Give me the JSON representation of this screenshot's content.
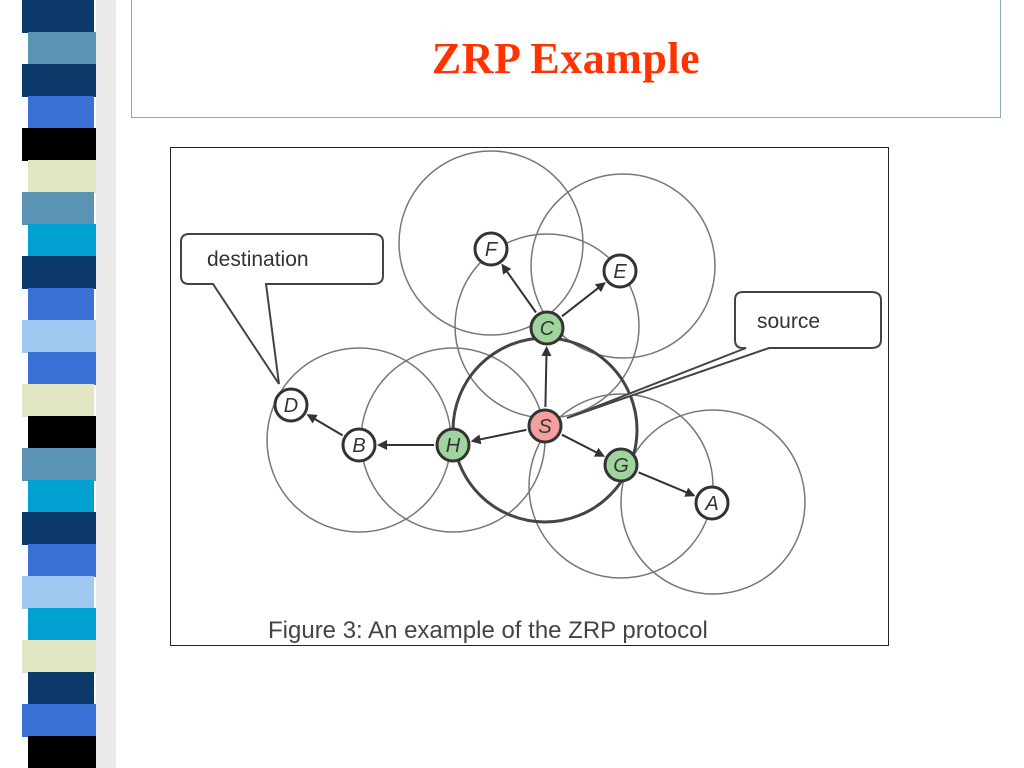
{
  "slide": {
    "title": "ZRP Example",
    "title_color": "#ff3300"
  },
  "decoration": {
    "stripe_colors": [
      "#0b3a6a",
      "#5a93b3",
      "#0b3a6a",
      "#3a6fd6",
      "#000000",
      "#e3e6c3",
      "#5a93b3",
      "#00a0d0",
      "#0b3a6a",
      "#3a6fd6",
      "#a0c8f0",
      "#3a6fd6",
      "#e3e6c3",
      "#000000",
      "#5a93b3",
      "#00a0d0",
      "#0b3a6a",
      "#3a6fd6",
      "#a0c8f0",
      "#00a0d0",
      "#e3e6c3",
      "#0b3a6a",
      "#3a6fd6",
      "#000000"
    ]
  },
  "figure": {
    "caption": "Figure 3: An example of the ZRP protocol",
    "callouts": {
      "destination": "destination",
      "source": "source"
    },
    "nodes": {
      "S": {
        "label": "S",
        "role": "source",
        "fill": "#f4a0a0"
      },
      "C": {
        "label": "C",
        "role": "peripheral",
        "fill": "#9fd49f"
      },
      "H": {
        "label": "H",
        "role": "peripheral",
        "fill": "#9fd49f"
      },
      "G": {
        "label": "G",
        "role": "peripheral",
        "fill": "#9fd49f"
      },
      "F": {
        "label": "F",
        "role": "node",
        "fill": "#ffffff"
      },
      "E": {
        "label": "E",
        "role": "node",
        "fill": "#ffffff"
      },
      "B": {
        "label": "B",
        "role": "node",
        "fill": "#ffffff"
      },
      "D": {
        "label": "D",
        "role": "destination",
        "fill": "#ffffff"
      },
      "A": {
        "label": "A",
        "role": "node",
        "fill": "#ffffff"
      }
    },
    "edges": [
      [
        "S",
        "C"
      ],
      [
        "S",
        "H"
      ],
      [
        "S",
        "G"
      ],
      [
        "C",
        "F"
      ],
      [
        "C",
        "E"
      ],
      [
        "H",
        "B"
      ],
      [
        "B",
        "D"
      ],
      [
        "G",
        "A"
      ]
    ]
  }
}
